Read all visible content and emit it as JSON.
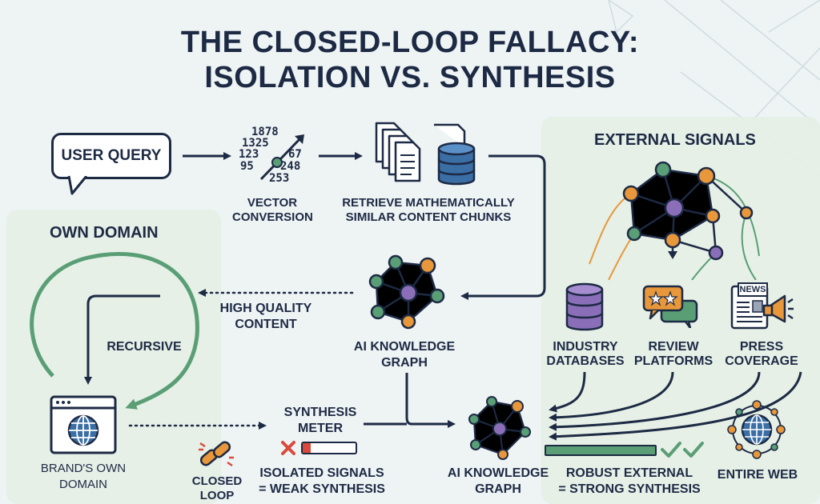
{
  "title": {
    "line1": "THE CLOSED-LOOP FALLACY:",
    "line2": "ISOLATION VS. SYNTHESIS"
  },
  "query": {
    "label": "USER QUERY"
  },
  "vector": {
    "label_line1": "VECTOR",
    "label_line2": "CONVERSION",
    "digits": {
      "r1": "1878",
      "r2": "1325",
      "r3": "123",
      "r3b": "67",
      "r4": "95",
      "r4b": "248",
      "r5": "253"
    }
  },
  "retrieve": {
    "label_line1": "RETRIEVE MATHEMATICALLY",
    "label_line2": "SIMILAR CONTENT CHUNKS"
  },
  "own_domain": {
    "title": "OWN DOMAIN",
    "recursive": "RECURSIVE",
    "brand_line1": "BRAND'S OWN",
    "brand_line2": "DOMAIN"
  },
  "center": {
    "hq_line1": "HIGH QUALITY",
    "hq_line2": "CONTENT",
    "graph_line1": "AI KNOWLEDGE",
    "graph_line2": "GRAPH"
  },
  "synthesis": {
    "meter_line1": "SYNTHESIS",
    "meter_line2": "METER",
    "isolated_line1": "ISOLATED SIGNALS",
    "isolated_line2": "= WEAK SYNTHESIS",
    "closed_line1": "CLOSED",
    "closed_line2": "LOOP",
    "weak_level": 0.15
  },
  "external": {
    "title": "EXTERNAL SIGNALS",
    "industry_line1": "INDUSTRY",
    "industry_line2": "DATABASES",
    "review_line1": "REVIEW",
    "review_line2": "PLATFORMS",
    "press_line1": "PRESS",
    "press_line2": "COVERAGE",
    "news_tag": "NEWS"
  },
  "result": {
    "graph_line1": "AI KNOWLEDGE",
    "graph_line2": "GRAPH",
    "robust_line1": "ROBUST EXTERNAL",
    "robust_line2": "= STRONG SYNTHESIS",
    "web": "ENTIRE WEB",
    "strong_level": 1.0
  },
  "colors": {
    "navy": "#1d2a44",
    "green": "#5a9e76",
    "orange": "#e8973a",
    "purple": "#8a6fb8",
    "blue": "#3a6ea5",
    "red": "#d94a3c",
    "panel": "#e4efe6"
  },
  "icons": {
    "vector": "vector-scatter-icon",
    "documents": "documents-icon",
    "database": "database-icon",
    "graph": "network-graph-icon",
    "browser": "browser-globe-icon",
    "chain": "broken-chain-icon",
    "stars": "review-stars-icon",
    "news": "newspaper-megaphone-icon",
    "globe": "globe-network-icon",
    "check": "checkmark-icon",
    "cross": "cross-icon"
  }
}
